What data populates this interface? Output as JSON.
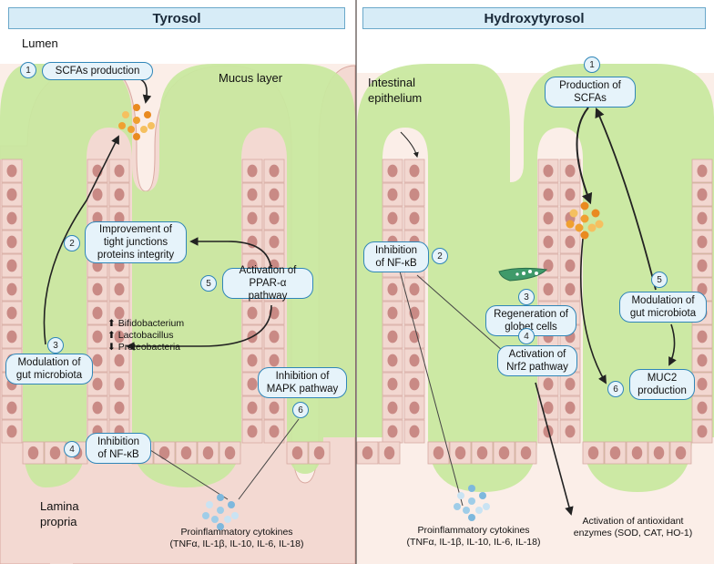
{
  "panels": {
    "left_title": "Tyrosol",
    "right_title": "Hydroxytyrosol"
  },
  "left": {
    "lumen": "Lumen",
    "mucus_layer": "Mucus layer",
    "lamina_propria_1": "Lamina",
    "lamina_propria_2": "propria",
    "box1": {
      "num": "1",
      "text": "SCFAs production"
    },
    "box2": {
      "num": "2",
      "line1": "Improvement of",
      "line2": "tight junctions",
      "line3": "proteins integrity"
    },
    "box3": {
      "num": "3",
      "line1": "Modulation of",
      "line2": "gut microbiota"
    },
    "box4": {
      "num": "4",
      "line1": "Inhibition",
      "line2": "of NF-κB"
    },
    "box5": {
      "num": "5",
      "line1": "Activation of",
      "line2": "PPAR-α pathway"
    },
    "box6": {
      "num": "6",
      "line1": "Inhibition of",
      "line2": "MAPK pathway"
    },
    "microbes": [
      {
        "arrow": "⬆",
        "name": "Bifidobacterium"
      },
      {
        "arrow": "⬆",
        "name": "Lactobacillus"
      },
      {
        "arrow": "⬇",
        "name": "Proteobacteria"
      }
    ],
    "cytokines_1": "Proinflammatory cytokines",
    "cytokines_2": "(TNFα, IL-1β, IL-10, IL-6, IL-18)"
  },
  "right": {
    "epithelium_1": "Intestinal",
    "epithelium_2": "epithelium",
    "box1": {
      "num": "1",
      "line1": "Production of",
      "line2": "SCFAs"
    },
    "box2": {
      "num": "2",
      "line1": "Inhibition",
      "line2": "of NF-κB"
    },
    "box3": {
      "num": "3",
      "line1": "Regeneration of",
      "line2": "globet cells"
    },
    "box4": {
      "num": "4",
      "line1": "Activation of",
      "line2": "Nrf2 pathway"
    },
    "box5": {
      "num": "5",
      "line1": "Modulation of",
      "line2": "gut microbiota"
    },
    "box6": {
      "num": "6",
      "line1": "MUC2",
      "line2": "production"
    },
    "cytokines_1": "Proinflammatory cytokines",
    "cytokines_2": "(TNFα, IL-1β, IL-10, IL-6, IL-18)",
    "enzymes_1": "Activation of antioxidant",
    "enzymes_2": "enzymes (SOD, CAT, HO-1)"
  },
  "colors": {
    "mucus": "#c9e8a0",
    "lamina": "#fbe9e1",
    "cell": "#f2d7d0",
    "nucleus": "#c98a85",
    "box_border": "#2f86b8",
    "box_fill": "#e6f3fa"
  }
}
